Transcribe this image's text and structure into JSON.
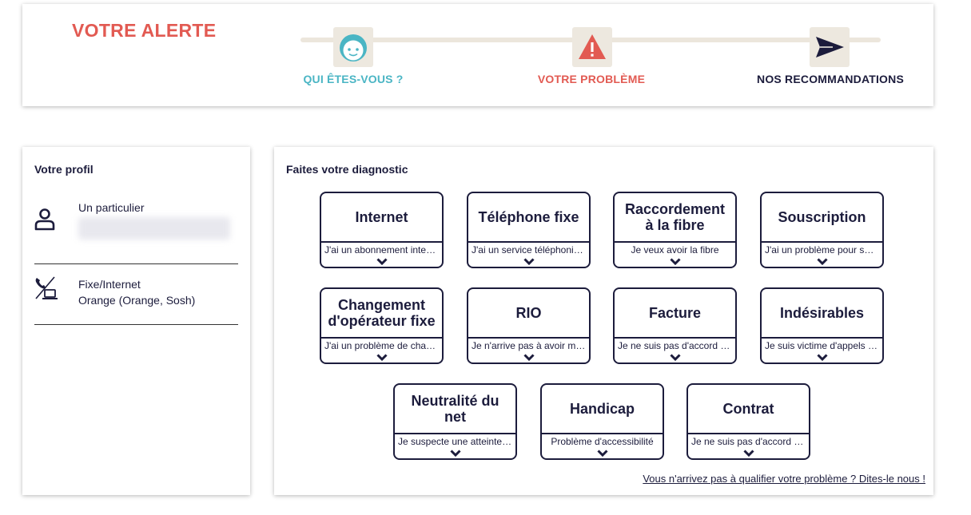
{
  "header": {
    "brand": "VOTRE ALERTE",
    "steps": [
      {
        "label": "QUI ÊTES-VOUS ?",
        "color": "#4ab5c4",
        "icon": "face-icon"
      },
      {
        "label": "VOTRE PROBLÈME",
        "color": "#e25a52",
        "icon": "warning-icon"
      },
      {
        "label": "NOS RECOMMANDATIONS",
        "color": "#1c1c3c",
        "icon": "send-icon"
      }
    ]
  },
  "profile": {
    "title": "Votre profil",
    "user_type": "Un particulier",
    "service": "Fixe/Internet",
    "operator": "Orange (Orange, Sosh)"
  },
  "diagnostic": {
    "title": "Faites votre diagnostic",
    "cards": [
      {
        "title": "Internet",
        "desc": "J'ai un abonnement internet"
      },
      {
        "title": "Téléphone fixe",
        "desc": "J'ai un service téléphonique"
      },
      {
        "title": "Raccordement à la fibre",
        "desc": "Je veux avoir la fibre"
      },
      {
        "title": "Souscription",
        "desc": "J'ai un problème pour souscrire"
      },
      {
        "title": "Changement d'opérateur fixe",
        "desc": "J'ai un problème de changement"
      },
      {
        "title": "RIO",
        "desc": "Je n'arrive pas à avoir mon RIO"
      },
      {
        "title": "Facture",
        "desc": "Je ne suis pas d'accord avec ma facture"
      },
      {
        "title": "Indésirables",
        "desc": "Je suis victime d'appels indésirables"
      },
      {
        "title": "Neutralité du net",
        "desc": "Je suspecte une atteinte à la neutralité"
      },
      {
        "title": "Handicap",
        "desc": "Problème d'accessibilité"
      },
      {
        "title": "Contrat",
        "desc": "Je ne suis pas d'accord avec mon contrat"
      }
    ],
    "help_link": "Vous n'arrivez pas à qualifier votre problème ? Dites-le nous !"
  },
  "colors": {
    "accent": "#e25a52",
    "teal": "#4ab5c4",
    "navy": "#1c1c3c"
  }
}
